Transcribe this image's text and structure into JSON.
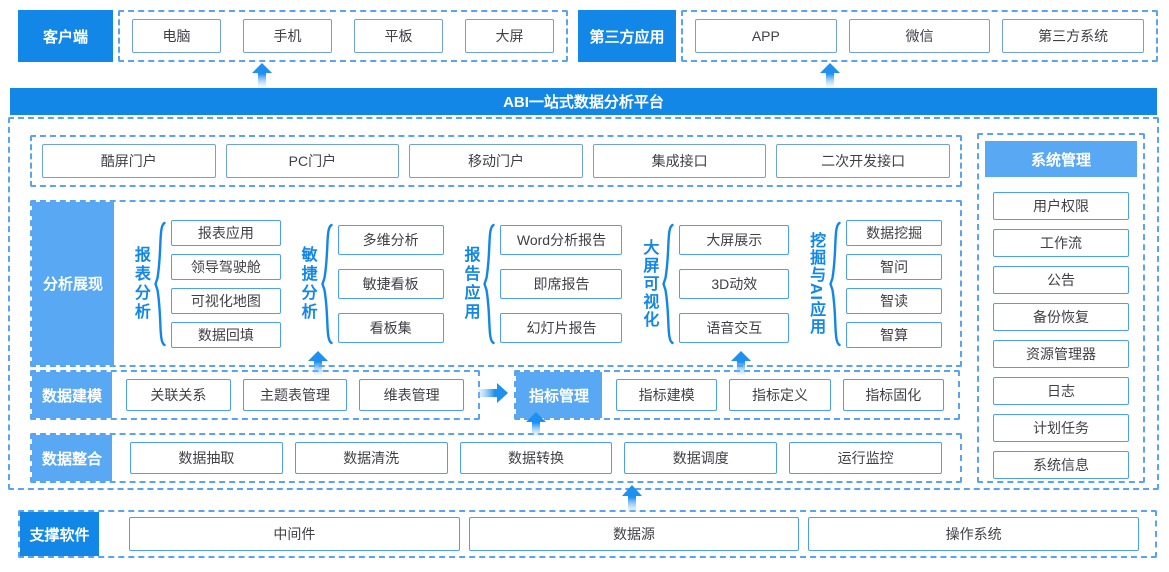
{
  "colors": {
    "primary_blue": "#1287e8",
    "light_blue": "#58a8f3",
    "dashed_border": "#5aa4ef",
    "item_border": "#4d9ff0"
  },
  "top": {
    "client": {
      "label": "客户端",
      "items": [
        "电脑",
        "手机",
        "平板",
        "大屏"
      ]
    },
    "third_party": {
      "label": "第三方应用",
      "items": [
        "APP",
        "微信",
        "第三方系统"
      ]
    }
  },
  "banner": {
    "title": "ABI一站式数据分析平台"
  },
  "portal": {
    "items": [
      "酷屏门户",
      "PC门户",
      "移动门户",
      "集成接口",
      "二次开发接口"
    ]
  },
  "analysis": {
    "label": "分析展现",
    "groups": [
      {
        "name": "报表分析",
        "items": [
          "报表应用",
          "领导驾驶舱",
          "可视化地图",
          "数据回填"
        ]
      },
      {
        "name": "敏捷分析",
        "items": [
          "多维分析",
          "敏捷看板",
          "看板集"
        ]
      },
      {
        "name": "报告应用",
        "items": [
          "Word分析报告",
          "即席报告",
          "幻灯片报告"
        ]
      },
      {
        "name": "大屏可视化",
        "items": [
          "大屏展示",
          "3D动效",
          "语音交互"
        ]
      },
      {
        "name": "挖掘与AI应用",
        "items": [
          "数据挖掘",
          "智问",
          "智读",
          "智算"
        ]
      }
    ]
  },
  "modeling": {
    "label": "数据建模",
    "items": [
      "关联关系",
      "主题表管理",
      "维表管理"
    ]
  },
  "metrics": {
    "label": "指标管理",
    "items": [
      "指标建模",
      "指标定义",
      "指标固化"
    ]
  },
  "integration": {
    "label": "数据整合",
    "items": [
      "数据抽取",
      "数据清洗",
      "数据转换",
      "数据调度",
      "运行监控"
    ]
  },
  "system": {
    "label": "系统管理",
    "items": [
      "用户权限",
      "工作流",
      "公告",
      "备份恢复",
      "资源管理器",
      "日志",
      "计划任务",
      "系统信息"
    ]
  },
  "support": {
    "label": "支撑软件",
    "items": [
      "中间件",
      "数据源",
      "操作系统"
    ]
  }
}
